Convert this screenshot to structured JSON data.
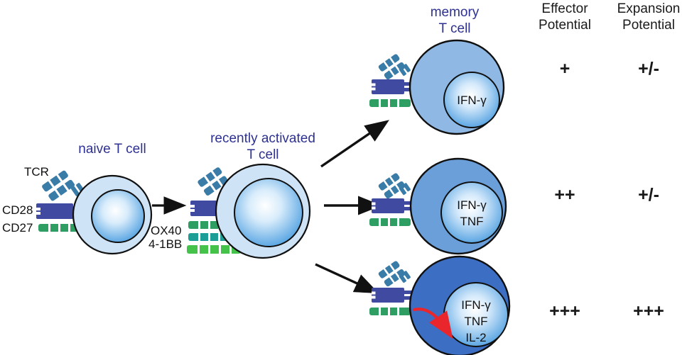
{
  "figure": {
    "type": "diagram",
    "subject": "T cell differentiation and costimulatory receptor expression"
  },
  "columns": {
    "effector": {
      "line1": "Effector",
      "line2": "Potential"
    },
    "expansion": {
      "line1": "Expansion",
      "line2": "Potential"
    }
  },
  "cells": {
    "naive": {
      "title_line1": "naive T cell",
      "title_line2": "",
      "receptors": [
        {
          "name": "TCR",
          "label": "TCR",
          "color": "#3a7ca8"
        },
        {
          "name": "CD28",
          "label": "CD28",
          "color": "#3f4aa0"
        },
        {
          "name": "CD27",
          "label": "CD27",
          "color": "#2f9e62"
        }
      ]
    },
    "activated": {
      "title_line1": "recently activated",
      "title_line2": "T cell",
      "receptors": [
        {
          "name": "TCR",
          "label": "",
          "color": "#3a7ca8"
        },
        {
          "name": "CD28",
          "label": "",
          "color": "#3f4aa0"
        },
        {
          "name": "CD27",
          "label": "",
          "color": "#2f9e62"
        },
        {
          "name": "OX40",
          "label": "OX40",
          "color": "#1c9e96"
        },
        {
          "name": "4-1BB",
          "label": "4-1BB",
          "color": "#45c24a"
        }
      ]
    },
    "memory": {
      "title_line1": "memory",
      "title_line2": "T cell",
      "cytokines": [
        "IFN-γ"
      ],
      "effector_potential": "+",
      "expansion_potential": "+/-"
    },
    "effector_mid": {
      "title_line1": "",
      "title_line2": "",
      "cytokines": [
        "IFN-γ",
        "TNF"
      ],
      "effector_potential": "++",
      "expansion_potential": "+/-"
    },
    "effector_high": {
      "title_line1": "",
      "title_line2": "",
      "cytokines": [
        "IFN-γ",
        "TNF",
        "IL-2"
      ],
      "effector_potential": "+++",
      "expansion_potential": "+++"
    }
  },
  "colors": {
    "title_blue": "#2e3191",
    "naive_cytoplasm": "#cfe3f6",
    "memory_cytoplasm": "#8fb9e4",
    "mid_cytoplasm": "#6a9fda",
    "high_cytoplasm": "#3c6fc4",
    "nucleus_edge": "#4f9fe0",
    "membrane_stroke": "#101010",
    "tcr": "#3a7ca8",
    "cd28": "#3f4aa0",
    "cd27": "#2f9e62",
    "ox40": "#1c9e96",
    "bb41": "#45c24a",
    "arrow_black": "#111111",
    "arrow_red": "#e8262b"
  },
  "arrows": [
    {
      "name": "naive-to-activated",
      "style": "black-straight"
    },
    {
      "name": "activated-to-memory",
      "style": "black-diagonal-up"
    },
    {
      "name": "activated-to-effector-mid",
      "style": "black-straight"
    },
    {
      "name": "activated-to-effector-high",
      "style": "black-diagonal-down"
    },
    {
      "name": "il2-autocrine",
      "style": "red-curved"
    }
  ]
}
